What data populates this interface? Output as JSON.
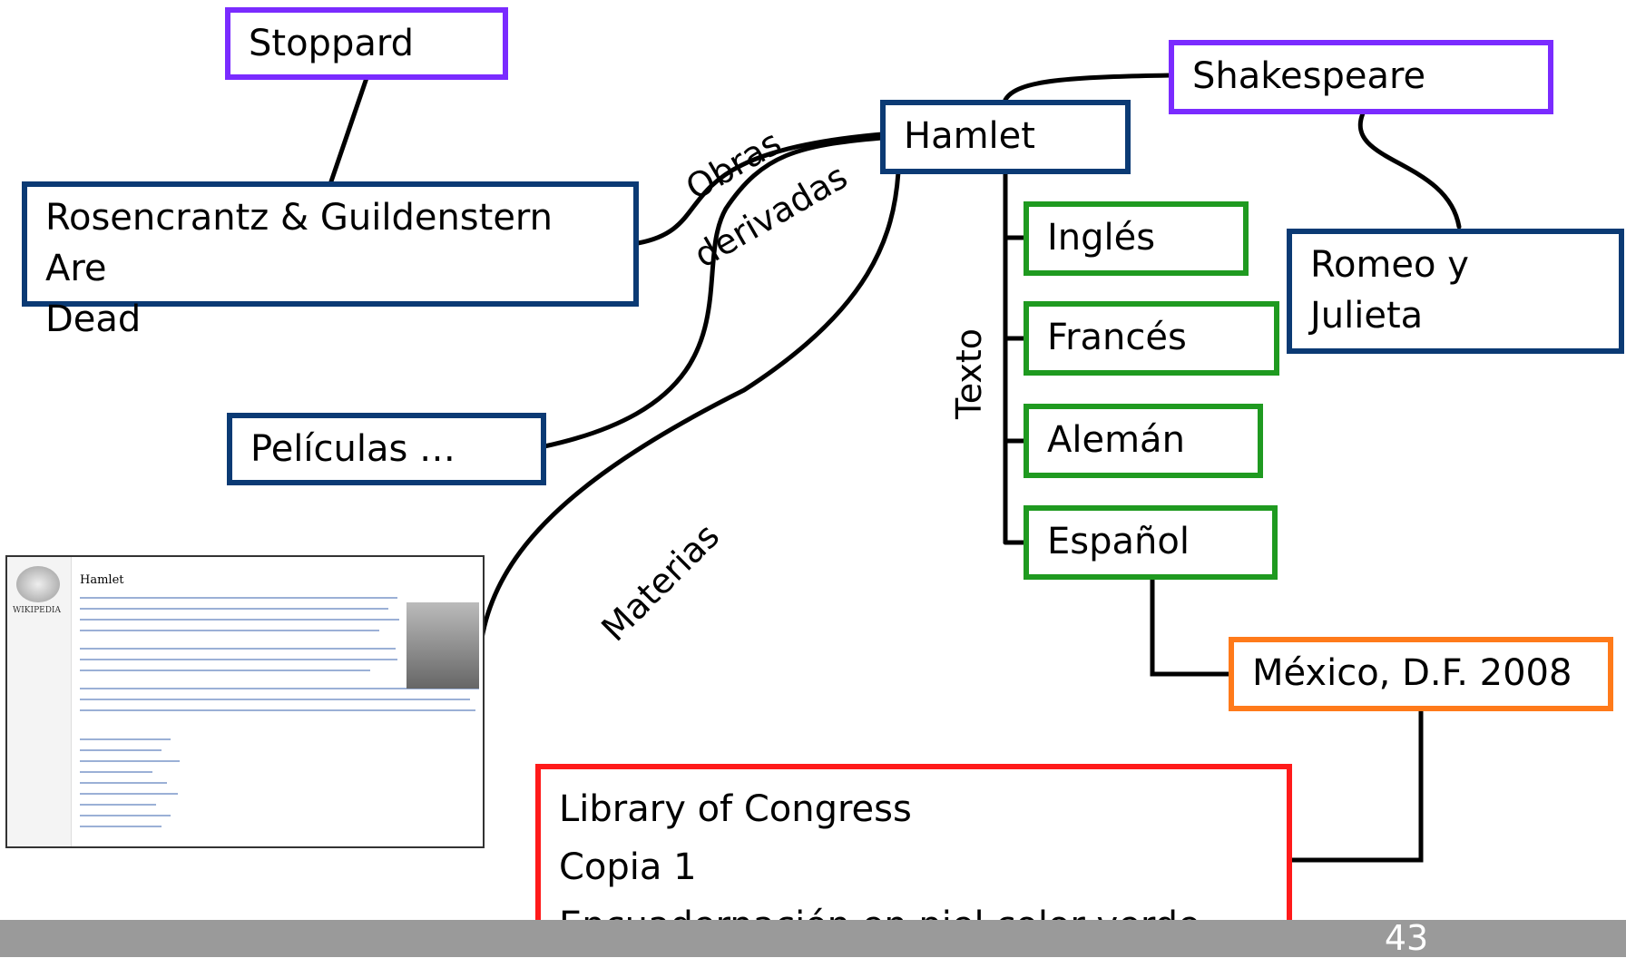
{
  "nodes": {
    "stoppard": "Stoppard",
    "rosencrantz": [
      "Rosencrantz & Guildenstern Are",
      "Dead"
    ],
    "peliculas": "Películas …",
    "hamlet": "Hamlet",
    "shakespeare": "Shakespeare",
    "romeo": [
      "Romeo y",
      "Julieta"
    ],
    "ingles": "Inglés",
    "frances": "Francés",
    "aleman": "Alemán",
    "espanol": "Español",
    "mexico": "México, D.F. 2008",
    "library": [
      "Library of Congress",
      "Copia 1",
      "Encuadernación en piel color verde"
    ]
  },
  "labels": {
    "obras": "Obras",
    "derivadas": "derivadas",
    "texto": "Texto",
    "materias": "Materias"
  },
  "screenshot": {
    "title": "Hamlet",
    "logo_text": "WIKIPEDIA"
  },
  "footer": {
    "page_number": "43"
  },
  "colors": {
    "purple": "#7a2bff",
    "navy": "#0b3a74",
    "green": "#1f9a20",
    "orange": "#ff7a1a",
    "red": "#ff1a1a",
    "footer": "#9a9a9a"
  }
}
